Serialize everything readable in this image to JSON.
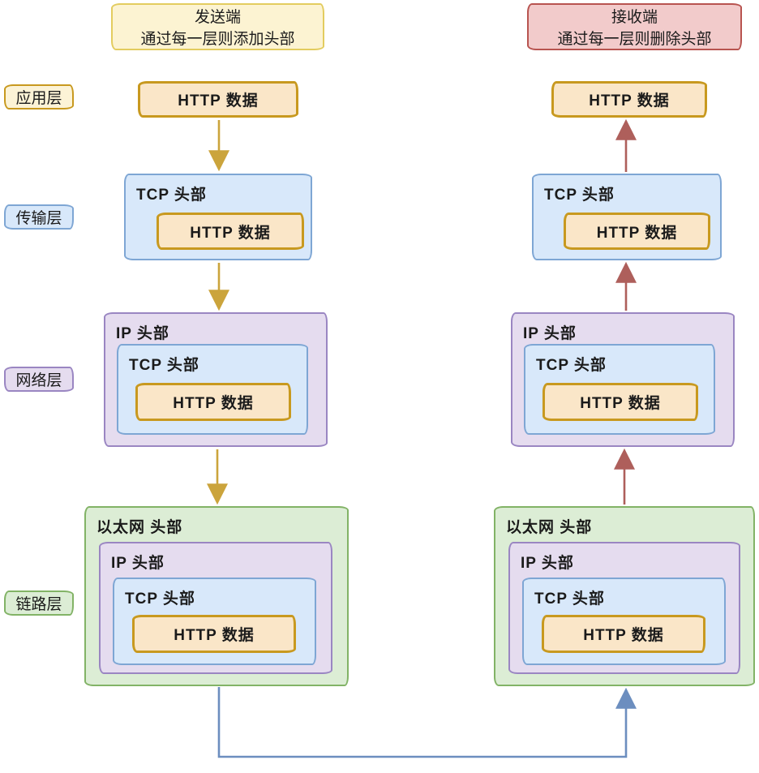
{
  "headers": {
    "sender": {
      "title": "发送端",
      "subtitle": "通过每一层则添加头部"
    },
    "receiver": {
      "title": "接收端",
      "subtitle": "通过每一层则删除头部"
    }
  },
  "layer_labels": {
    "application": "应用层",
    "transport": "传输层",
    "network": "网络层",
    "link": "链路层"
  },
  "boxes": {
    "http": "HTTP 数据",
    "tcp": "TCP 头部",
    "ip": "IP 头部",
    "ethernet": "以太网 头部"
  },
  "colors": {
    "http_bg": "#FAE6C8",
    "http_border": "#C8991F",
    "tcp_bg": "#D8E8FA",
    "tcp_border": "#7EA6D4",
    "ip_bg": "#E5DCEF",
    "ip_border": "#9A86C2",
    "eth_bg": "#DCEDD5",
    "eth_border": "#82B366",
    "app_label_bg": "#FCF3D6",
    "sender_header_bg": "#FCF3D2",
    "sender_header_border": "#E3CC5F",
    "receiver_header_bg": "#F2CBCB",
    "receiver_header_border": "#B85450",
    "down_arrow": "#CBA43C",
    "up_arrow": "#AE5F5B",
    "connector": "#6C8EBF"
  }
}
